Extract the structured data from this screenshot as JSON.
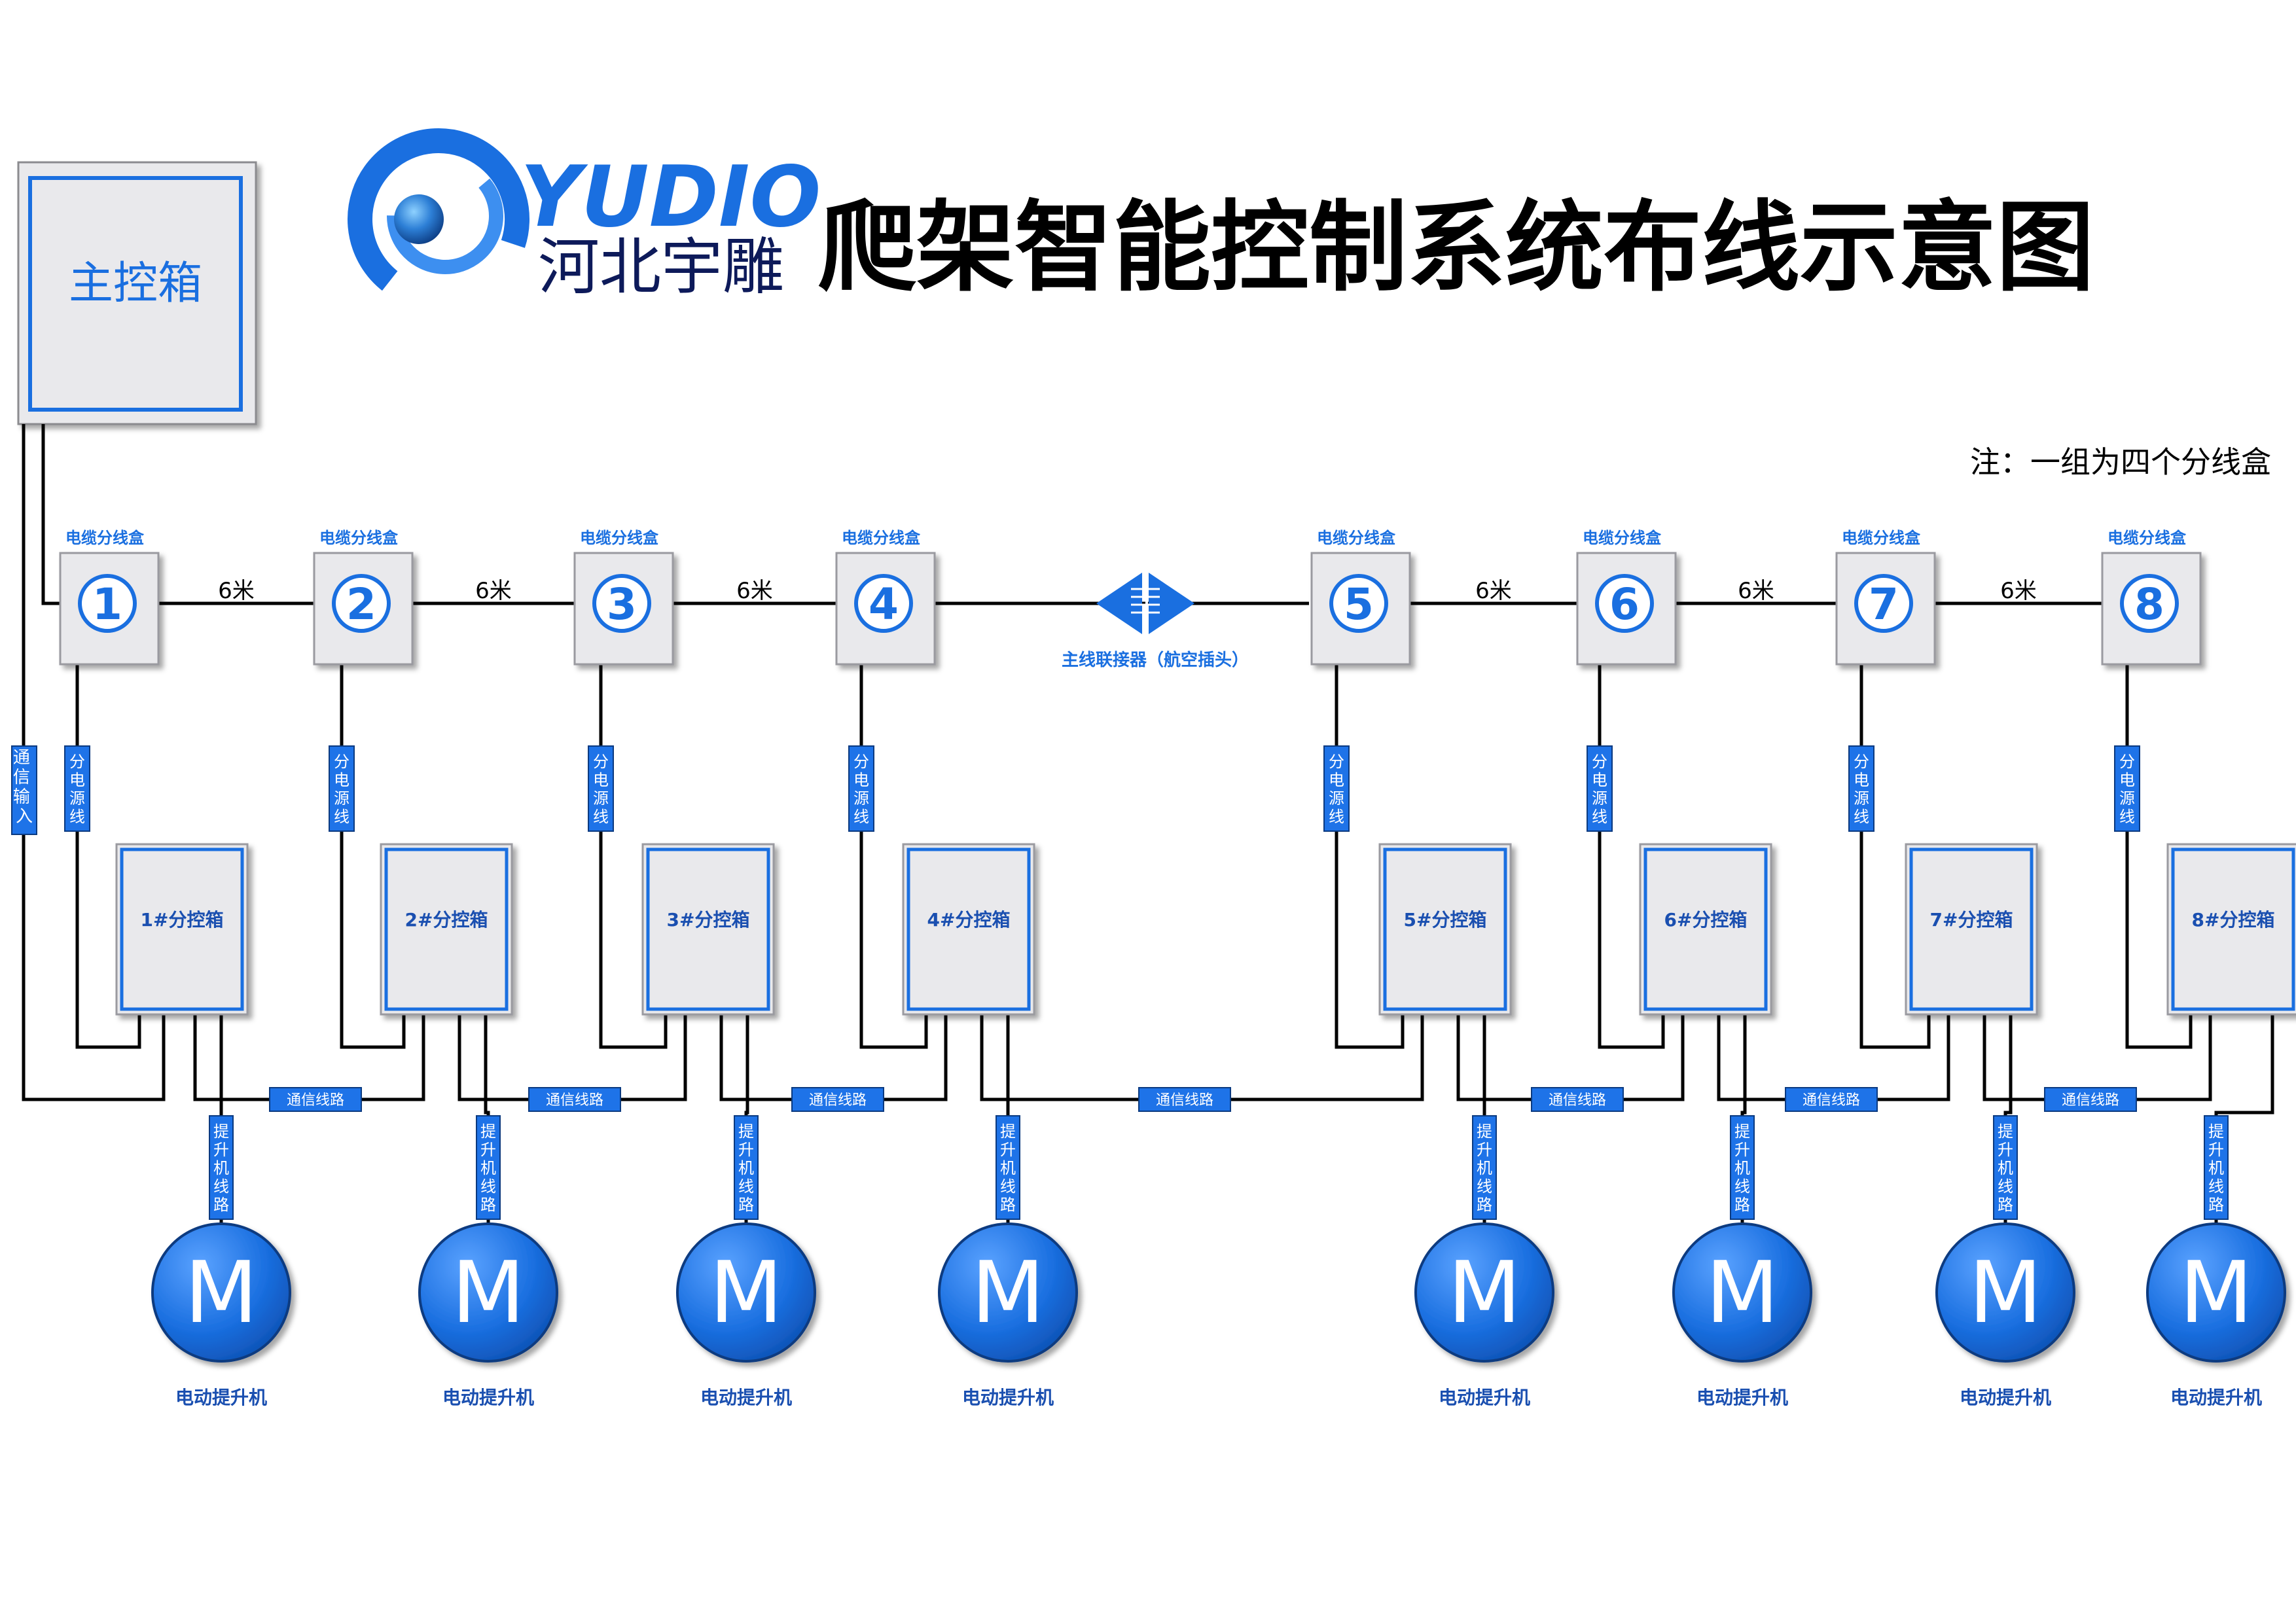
{
  "header": {
    "brand_latin": "YUDIO",
    "brand_cn": "河北宇雕",
    "title": "爬架智能控制系统布线示意图",
    "note": "注：一组为四个分线盒"
  },
  "main_box": {
    "label": "主控箱"
  },
  "cable_box": {
    "label": "电缆分线盒",
    "numbers": [
      "1",
      "2",
      "3",
      "4",
      "5",
      "6",
      "7",
      "8"
    ]
  },
  "segments": {
    "spacing_label": "6米"
  },
  "connector": {
    "label": "主线联接器（航空插头）"
  },
  "sub_boxes": [
    "1#分控箱",
    "2#分控箱",
    "3#分控箱",
    "4#分控箱",
    "5#分控箱",
    "6#分控箱",
    "7#分控箱",
    "8#分控箱"
  ],
  "tags": {
    "comm_input": "通信输入",
    "power_branch": "分电源线",
    "hoist_line": "提升机线路",
    "comm_line": "通信线路"
  },
  "motor": {
    "symbol": "M",
    "label": "电动提升机"
  },
  "colors": {
    "accent_blue": "#1a6fe0",
    "tag_blue": "#1e73e8",
    "box_fill": "#e9e9ec",
    "line": "#000000"
  }
}
